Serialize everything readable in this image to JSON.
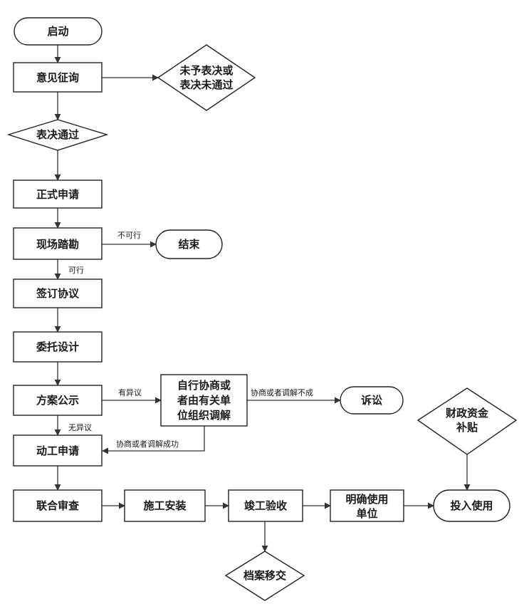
{
  "nodes": {
    "start": "启动",
    "consult": "意见征询",
    "not_voted": [
      "未予表决或",
      "表决未通过"
    ],
    "voted_pass": "表决通过",
    "apply": "正式申请",
    "survey": "现场踏勘",
    "end": "结束",
    "agreement": "签订协议",
    "design": "委托设计",
    "publicity": "方案公示",
    "mediation": [
      "自行协商或",
      "者由有关单",
      "位组织调解"
    ],
    "lawsuit": "诉讼",
    "construction_apply": "动工申请",
    "joint_review": "联合审查",
    "install": "施工安装",
    "acceptance": "竣工验收",
    "archive": "档案移交",
    "unit": [
      "明确使用",
      "单位"
    ],
    "subsidy": [
      "财政资金",
      "补贴"
    ],
    "in_use": "投入使用"
  },
  "edges": {
    "not_feasible": "不可行",
    "feasible": "可行",
    "objection": "有异议",
    "no_objection": "无异议",
    "mediation_failed": "协商或者调解不成",
    "mediation_success": "协商或者调解成功"
  }
}
